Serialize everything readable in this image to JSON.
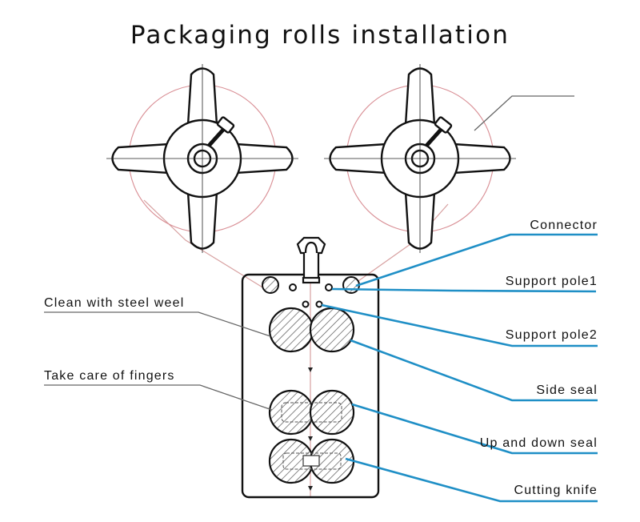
{
  "title": "Packaging rolls installation",
  "colors": {
    "leader_blue": "#1f8fc6",
    "leader_gray": "#666666",
    "film_path": "#d7a0a0",
    "outline": "#111111"
  },
  "labels_left": [
    {
      "id": "clean-with-steel-weel",
      "text": "Clean with steel weel"
    },
    {
      "id": "take-care-of-fingers",
      "text": "Take care of fingers"
    }
  ],
  "labels_right": [
    {
      "id": "connector",
      "text": "Connector"
    },
    {
      "id": "support-pole1",
      "text": "Support pole1"
    },
    {
      "id": "support-pole2",
      "text": "Support pole2"
    },
    {
      "id": "side-seal",
      "text": "Side seal"
    },
    {
      "id": "up-and-down-seal",
      "text": "Up and down seal"
    },
    {
      "id": "cutting-knife",
      "text": "Cutting knife"
    }
  ],
  "components": {
    "film_rolls": [
      "left-film-roll",
      "right-film-roll"
    ],
    "roller_pairs": [
      "side-seal-rollers",
      "up-down-seal-rollers",
      "cutting-knife-rollers"
    ]
  }
}
